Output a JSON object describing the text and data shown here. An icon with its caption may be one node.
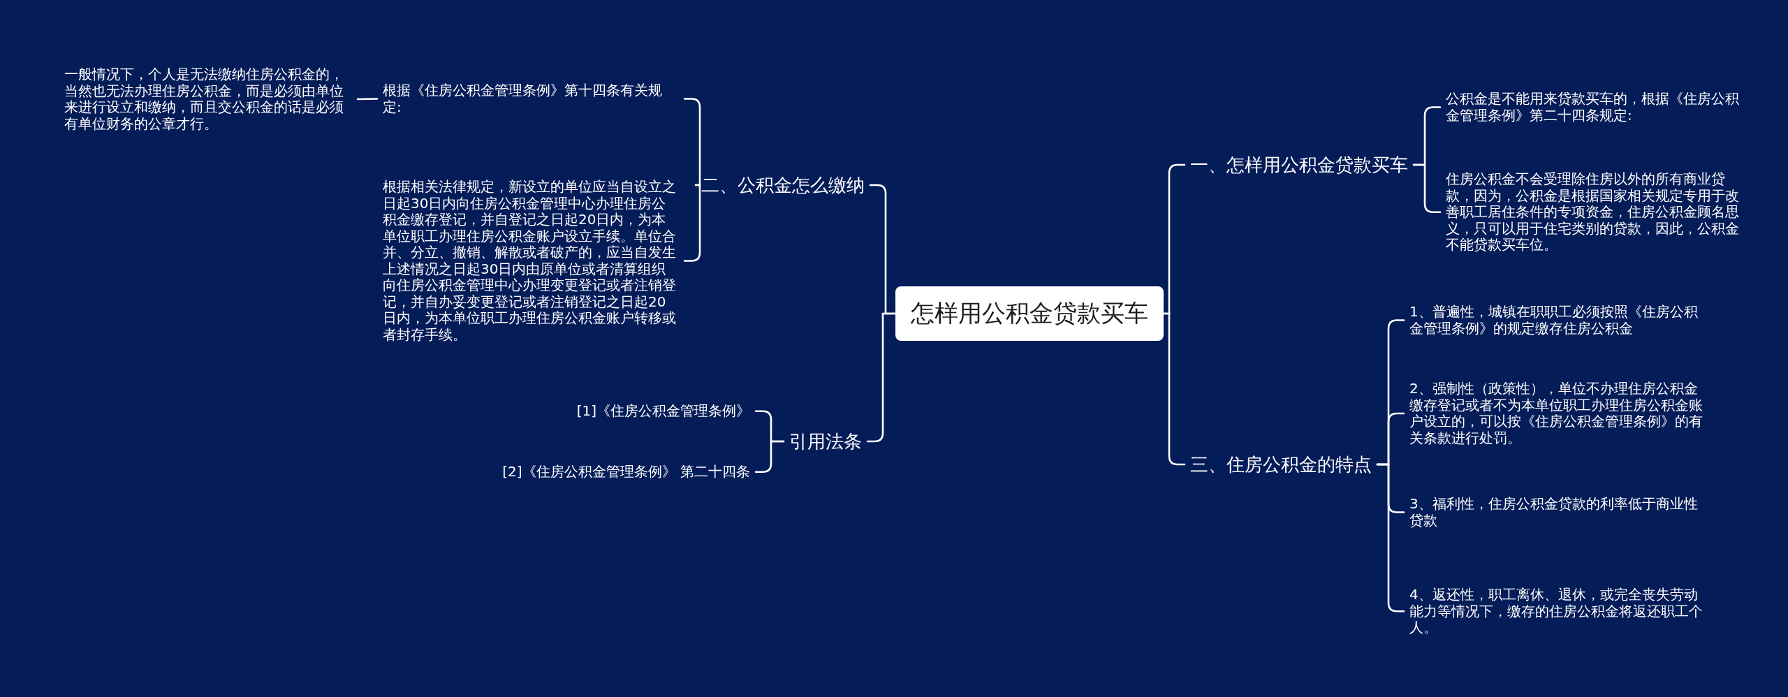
{
  "diagram": {
    "nodes": [
      {
        "text": [
          "怎样用公积金贷款买车"
        ]
      },
      {
        "text": [
          "一、怎样用公积金贷款买车"
        ]
      },
      {
        "text": [
          "公积金是不能用来贷款买车的，根据《住房公积金管理条例》第二十四条规定:"
        ]
      },
      {
        "text": [
          "住房公积金不会受理除住房以外的所有商业贷款，因为，公积金是根据国家相关规定专用于改善职工居住条件的专项资金，住房公积金顾名思义，只可以用于住宅类别的贷款，因此，公积金不能贷款买车位。"
        ]
      },
      {
        "text": [
          "三、住房公积金的特点"
        ]
      },
      {
        "text": [
          "1、普遍性，城镇在职职工必须按照《住房公积金管理条例》的规定缴存住房公积金"
        ]
      },
      {
        "text": [
          "2、强制性（政策性），单位不办理住房公积金缴存登记或者不为本单位职工办理住房公积金账户设立的，可以按《住房公积金管理条例》的有关条款进行处罚。"
        ]
      },
      {
        "text": [
          "3、福利性，住房公积金贷款的利率低于商业性贷款"
        ]
      },
      {
        "text": [
          "4、返还性，职工离休、退休，或完全丧失劳动能力等情况下，缴存的住房公积金将返还职工个人。"
        ]
      },
      {
        "text": [
          "二、公积金怎么缴纳"
        ]
      },
      {
        "text": [
          "根据《住房公积金管理条例》第十四条有关规定:"
        ]
      },
      {
        "text": [
          "一般情况下，个人是无法缴纳住房公积金的，当然也无法办理住房公积金，而是必须由单位来进行设立和缴纳，而且交公积金的话是必须有单位财务的公章才行。"
        ]
      },
      {
        "text": [
          "根据相关法律规定，新设立的单位应当自设立之日起30日内向住房公积金管理中心办理住房公积金缴存登记，并自登记之日起20日内，为本单位职工办理住房公积金账户设立手续。单位合并、分立、撤销、解散或者破产的，应当自发生上述情况之日起30日内由原单位或者清算组织向住房公积金管理中心办理变更登记或者注销登记，并自办妥变更登记或者注销登记之日起20日内，为本单位职工办理住房公积金账户转移或者封存手续。"
        ]
      },
      {
        "text": [
          "引用法条"
        ]
      },
      {
        "text": [
          "[1]《住房公积金管理条例》"
        ]
      },
      {
        "text": [
          "[2]《住房公积金管理条例》 第二十四条"
        ]
      }
    ],
    "edges": [
      {
        "from": 0,
        "to": 1,
        "arrow": "none"
      },
      {
        "from": 1,
        "to": 2,
        "arrow": "none"
      },
      {
        "from": 1,
        "to": 3,
        "arrow": "none"
      },
      {
        "from": 0,
        "to": 4,
        "arrow": "none"
      },
      {
        "from": 4,
        "to": 5,
        "arrow": "none"
      },
      {
        "from": 4,
        "to": 6,
        "arrow": "none"
      },
      {
        "from": 4,
        "to": 7,
        "arrow": "none"
      },
      {
        "from": 4,
        "to": 8,
        "arrow": "none"
      },
      {
        "from": 0,
        "to": 9,
        "arrow": "none"
      },
      {
        "from": 9,
        "to": 10,
        "arrow": "none"
      },
      {
        "from": 10,
        "to": 11,
        "arrow": "none"
      },
      {
        "from": 9,
        "to": 12,
        "arrow": "none"
      },
      {
        "from": 0,
        "to": 13,
        "arrow": "none"
      },
      {
        "from": 13,
        "to": 14,
        "arrow": "none"
      },
      {
        "from": 13,
        "to": 15,
        "arrow": "none"
      }
    ]
  }
}
